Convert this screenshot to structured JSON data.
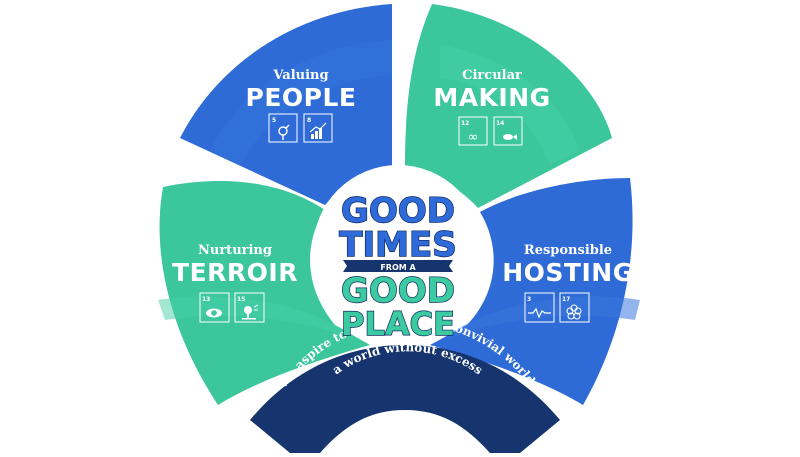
{
  "colors": {
    "blue": "#2e6bd6",
    "blue_light": "#3a78df",
    "green": "#3bc69c",
    "green_light": "#47d0a8",
    "navy": "#16356f",
    "white": "#ffffff"
  },
  "center": {
    "line1": "GOOD",
    "line2": "TIMES",
    "ribbon": "FROM A",
    "line3": "GOOD",
    "line4": "PLACE"
  },
  "petals": [
    {
      "id": "people",
      "subtitle": "Valuing",
      "title": "PEOPLE",
      "color": "blue",
      "sdgs": [
        {
          "number": "5",
          "name": "Gender Equality",
          "icon": "gender-equality-icon"
        },
        {
          "number": "8",
          "name": "Decent Work and Economic Growth",
          "icon": "growth-chart-icon"
        }
      ]
    },
    {
      "id": "making",
      "subtitle": "Circular",
      "title": "MAKING",
      "color": "green",
      "sdgs": [
        {
          "number": "12",
          "name": "Responsible Consumption and Production",
          "icon": "infinity-icon"
        },
        {
          "number": "14",
          "name": "Life Below Water",
          "icon": "fish-icon"
        }
      ]
    },
    {
      "id": "terroir",
      "subtitle": "Nurturing",
      "title": "TERROIR",
      "color": "green",
      "sdgs": [
        {
          "number": "13",
          "name": "Climate Action",
          "icon": "eye-globe-icon"
        },
        {
          "number": "15",
          "name": "Life on Land",
          "icon": "tree-icon"
        }
      ]
    },
    {
      "id": "hosting",
      "subtitle": "Responsible",
      "title": "HOSTING",
      "color": "blue",
      "sdgs": [
        {
          "number": "3",
          "name": "Good Health and Well-Being",
          "icon": "heartbeat-icon"
        },
        {
          "number": "17",
          "name": "Partnerships for the Goals",
          "icon": "partnership-rings-icon"
        }
      ]
    }
  ],
  "banner": {
    "line1": "We aspire to create a more convivial world,",
    "line2": "a world without excess"
  }
}
